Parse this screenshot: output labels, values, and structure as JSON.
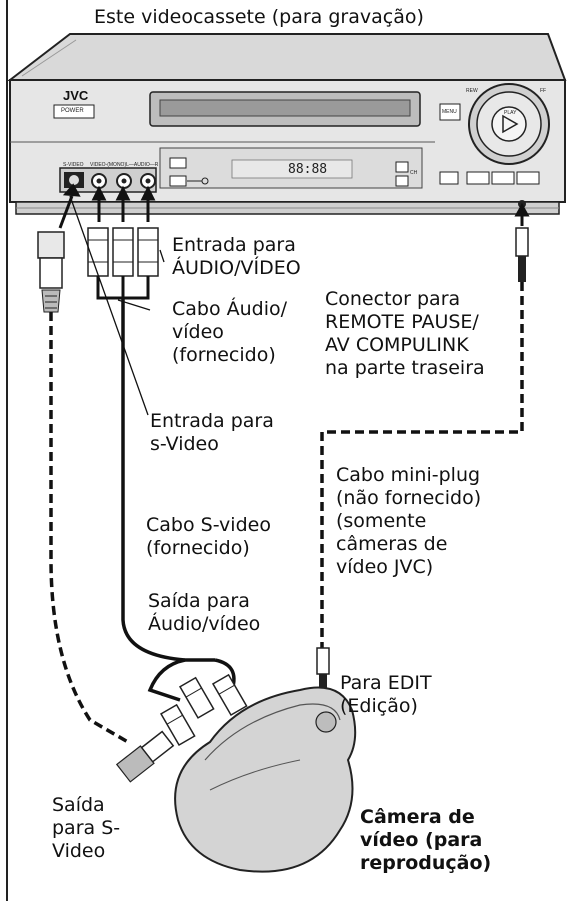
{
  "vcr": {
    "heading": "Este videocassete  (para gravação)",
    "brand": "JVC",
    "power": "POWER",
    "menu": "MENU",
    "play": "PLAY",
    "rew": "REW",
    "ff": "FF",
    "svideo": "S-VIDEO",
    "av_jacks": "VIDEO-(MONO)L—AUDIO—R",
    "ch": "CH",
    "display": "88:88"
  },
  "labels": {
    "av_input": [
      "Entrada para",
      "ÁUDIO/VÍDEO"
    ],
    "av_cable": [
      "Cabo Áudio/",
      "vídeo",
      "(fornecido)"
    ],
    "connector": [
      "Conector para",
      "REMOTE PAUSE/",
      "AV COMPULINK",
      "na parte traseira"
    ],
    "svideo_input": [
      "Entrada para",
      "s-Video"
    ],
    "miniplug": [
      "Cabo mini-plug",
      "(não fornecido)",
      "(somente",
      "câmeras de",
      "vídeo JVC)"
    ],
    "svideo_cable": [
      "Cabo S-video",
      "(fornecido)"
    ],
    "av_output": [
      "Saída para",
      "Áudio/vídeo"
    ],
    "edit": [
      "Para EDIT",
      "(Edição)"
    ],
    "svideo_output": [
      "Saída",
      "para S-",
      "Video"
    ],
    "camera": [
      "Câmera de",
      "vídeo (para",
      "reprodução)"
    ]
  }
}
